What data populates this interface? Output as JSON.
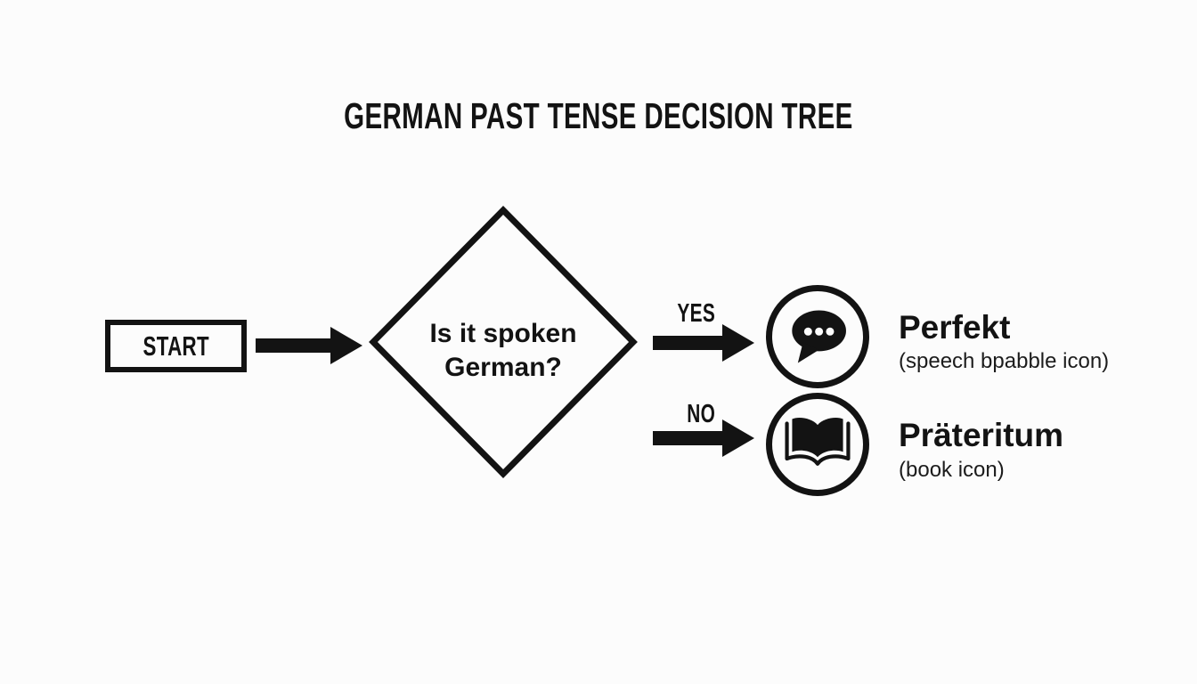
{
  "title": "GERMAN PAST TENSE DECISION TREE",
  "flow": {
    "start_label": "START",
    "question": "Is it spoken German?",
    "yes_label": "YES",
    "no_label": "NO",
    "yes_outcome": {
      "name": "Perfekt",
      "note": "(speech bpabble icon)",
      "icon": "speech-bubble-icon"
    },
    "no_outcome": {
      "name": "Präteritum",
      "note": "(book icon)",
      "icon": "book-icon"
    }
  },
  "colors": {
    "ink": "#131313",
    "background": "#fcfcfc"
  }
}
